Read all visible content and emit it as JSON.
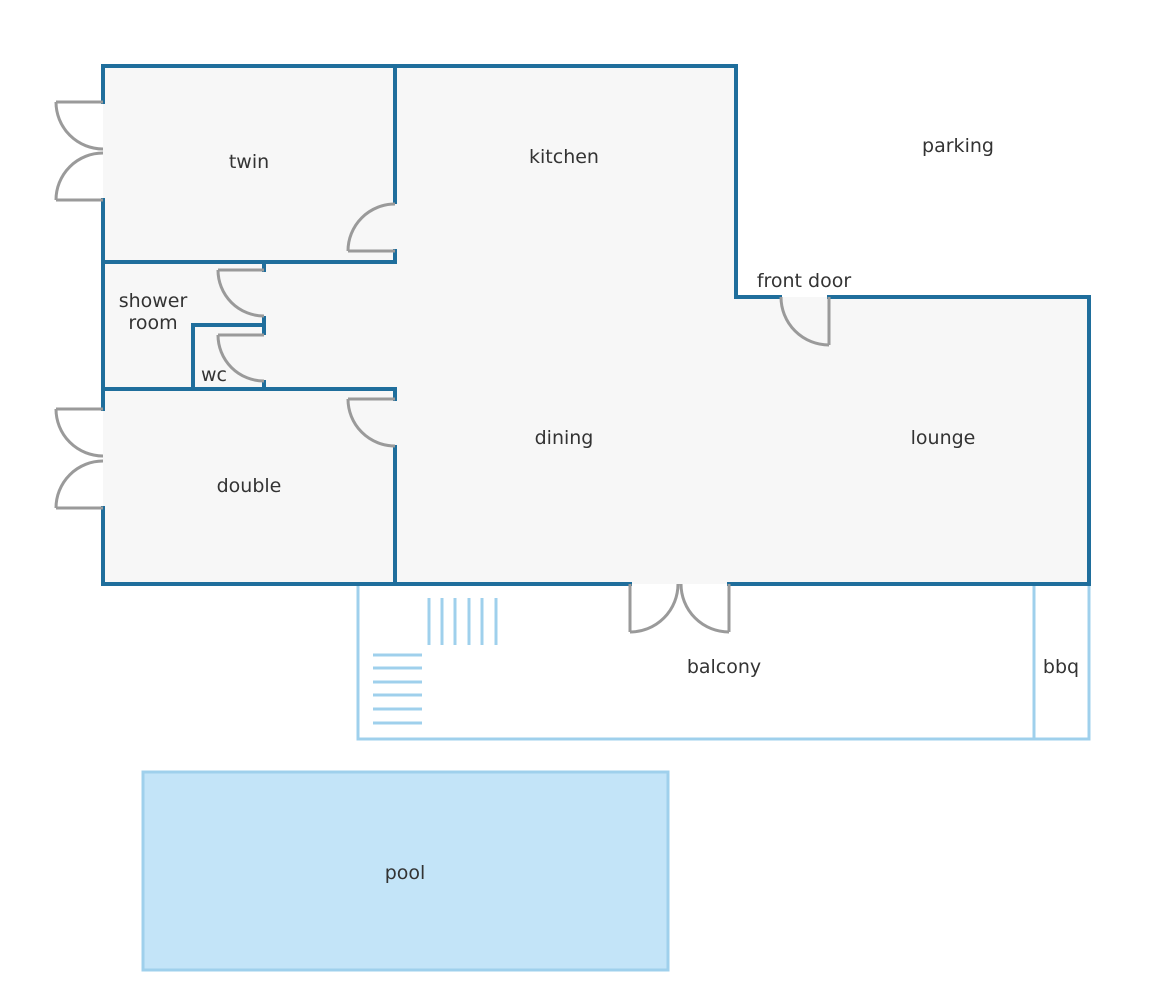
{
  "colors": {
    "wall": "#1f6e9c",
    "floor": "#f7f7f7",
    "door": "#9a9a9a",
    "outdoor_line": "#9fd0ec",
    "pool_fill": "#c3e4f8",
    "pool_stroke": "#9fd0ec",
    "label": "#333333",
    "background": "#ffffff"
  },
  "rooms": {
    "twin": "twin",
    "kitchen": "kitchen",
    "parking": "parking",
    "shower_room_line1": "shower",
    "shower_room_line2": "room",
    "wc": "wc",
    "front_door": "front door",
    "dining": "dining",
    "lounge": "lounge",
    "double": "double",
    "balcony": "balcony",
    "bbq": "bbq",
    "pool": "pool"
  }
}
